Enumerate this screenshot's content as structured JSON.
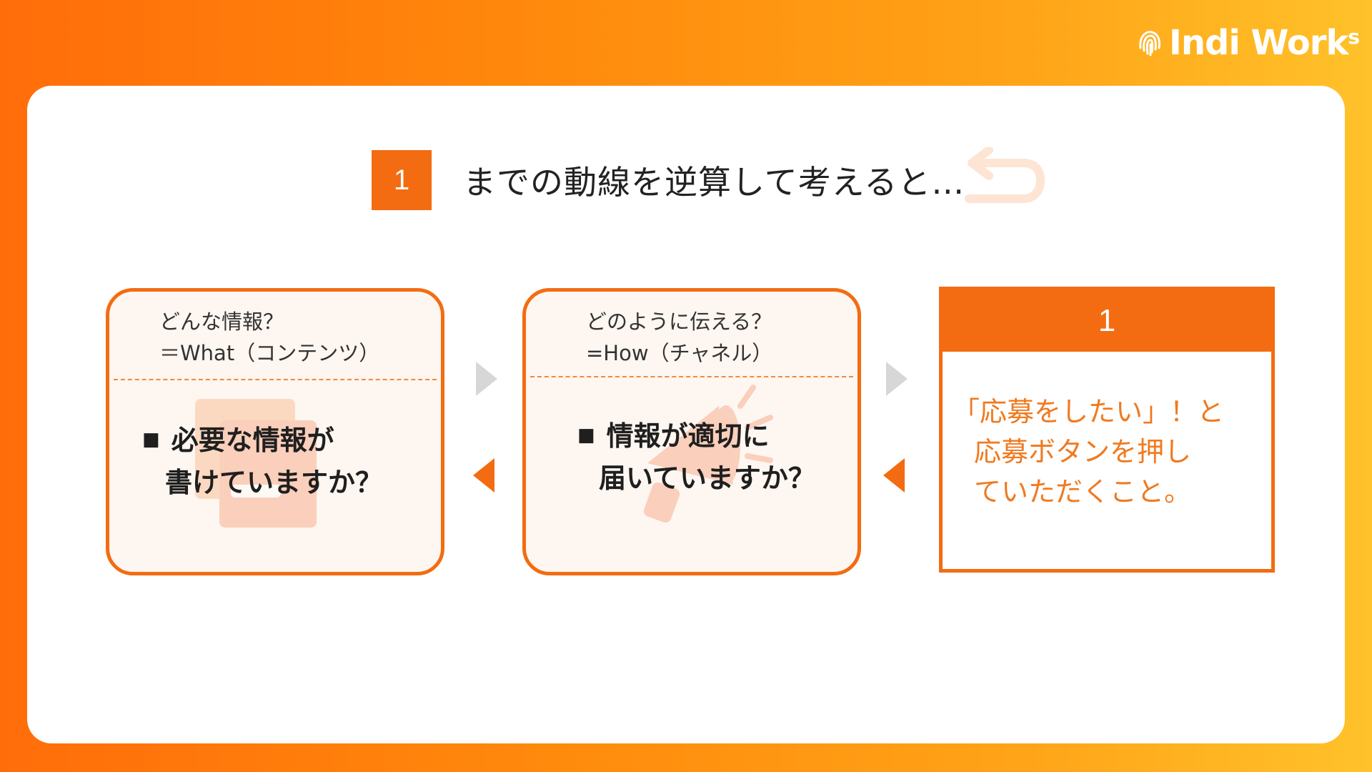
{
  "logo": {
    "main": "Indi Work",
    "sup": "s",
    "icon": "fingerprint-icon"
  },
  "title": {
    "number": "1",
    "text": "までの動線を逆算して考えると…"
  },
  "box_what": {
    "head_line1": "どんな情報？",
    "head_line2": "＝What（コンテンツ）",
    "bullet": "■",
    "body_line1": "必要な情報が",
    "body_line2": "書けていますか？",
    "icon": "document-icon"
  },
  "box_how": {
    "head_line1": "どのように伝える？",
    "head_line2": "=How（チャネル）",
    "bullet": "■",
    "body_line1": "情報が適切に",
    "body_line2": "届いていますか？",
    "icon": "megaphone-icon"
  },
  "box_goal": {
    "number": "1",
    "text_line1": "「応募をしたい」！と",
    "text_line2": "応募ボタンを押し",
    "text_line3": "ていただくこと。"
  },
  "colors": {
    "accent": "#f36c12",
    "goal_text": "#f07a1f",
    "arrow_gray": "#d7d7d7"
  }
}
